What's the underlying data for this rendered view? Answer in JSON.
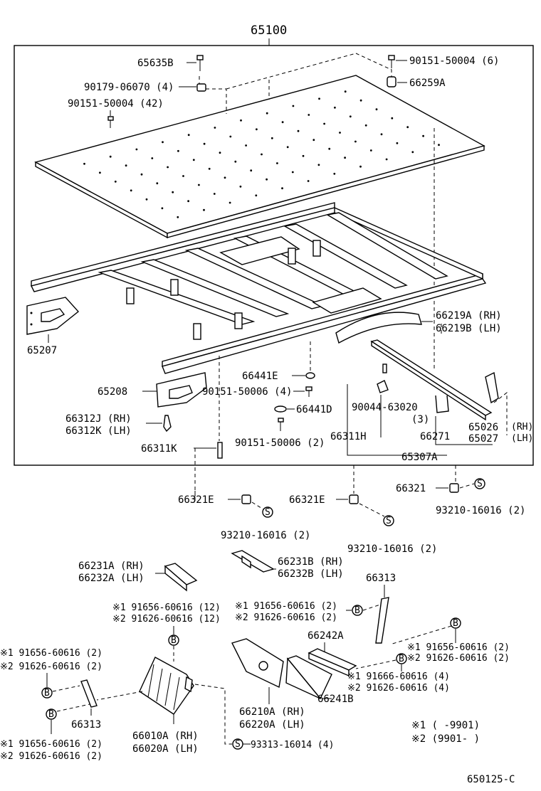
{
  "title": "65100",
  "footer_code": "650125-C",
  "labels": {
    "p65635B": "65635B",
    "p90151_6": "90151-50004 (6)",
    "p90179": "90179-06070 (4)",
    "p66259A": "66259A",
    "p90151_42": "90151-50004 (42)",
    "p66219A": "66219A (RH)",
    "p66219B": "66219B (LH)",
    "p65207": "65207",
    "p65208": "65208",
    "p66441E": "66441E",
    "p90151_50006_4": "90151-50006 (4)",
    "p66441D": "66441D",
    "p90044": "90044-63020",
    "p90044q": "(3)",
    "p66312J": "66312J (RH)",
    "p66312K": "66312K (LH)",
    "p66311K": "66311K",
    "p90151_50006_2": "90151-50006 (2)",
    "p66311H": "66311H",
    "p66271": "66271",
    "p65026": "65026",
    "p65026s": "(RH)",
    "p65027": "65027",
    "p65027s": "(LH)",
    "p65307A": "65307A",
    "p66321": "66321",
    "p66321E_a": "66321E",
    "p66321E_b": "66321E",
    "p93210_a": "93210-16016 (2)",
    "p93210_b": "93210-16016 (2)",
    "p93210_c": "93210-16016 (2)",
    "p66231A": "66231A (RH)",
    "p66232A": "66232A (LH)",
    "p66231B": "66231B (RH)",
    "p66232B": "66232B (LH)",
    "p66313_a": "66313",
    "p66313_b": "66313",
    "n1_12": "※1 91656-60616 (12)",
    "n2_12": "※2 91626-60616 (12)",
    "n1_2a": "※1 91656-60616 (2)",
    "n2_2a": "※2 91626-60616 (2)",
    "p66242A": "66242A",
    "n1_2b": "※1 91656-60616 (2)",
    "n2_2b": "※2 91626-60616 (2)",
    "n1_4": "※1 91666-60616 (4)",
    "n2_4": "※2 91626-60616 (4)",
    "n1_2c": "※1 91656-60616 (2)",
    "n2_2c": "※2 91626-60616 (2)",
    "n1_2d": "※1 91656-60616 (2)",
    "n2_2d": "※2 91626-60616 (2)",
    "p66241B": "66241B",
    "p66210A": "66210A (RH)",
    "p66220A": "66220A (LH)",
    "p66010A": "66010A (RH)",
    "p66020A": "66020A (LH)",
    "p93313": "93313-16014 (4)",
    "leg1": "※1 (        -9901)",
    "leg2": "※2 (9901-        )",
    "mark_s": "S",
    "mark_b": "B"
  }
}
